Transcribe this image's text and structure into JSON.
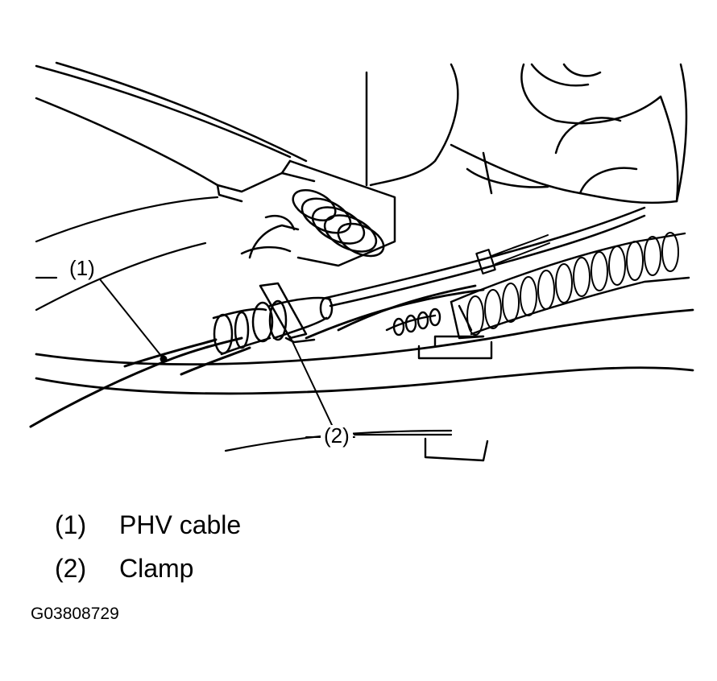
{
  "callouts": [
    {
      "marker": "(1)"
    },
    {
      "marker": "(2)"
    }
  ],
  "legend": [
    {
      "marker": "(1)",
      "label": "PHV cable"
    },
    {
      "marker": "(2)",
      "label": "Clamp"
    }
  ],
  "figure_code": "G03808729"
}
